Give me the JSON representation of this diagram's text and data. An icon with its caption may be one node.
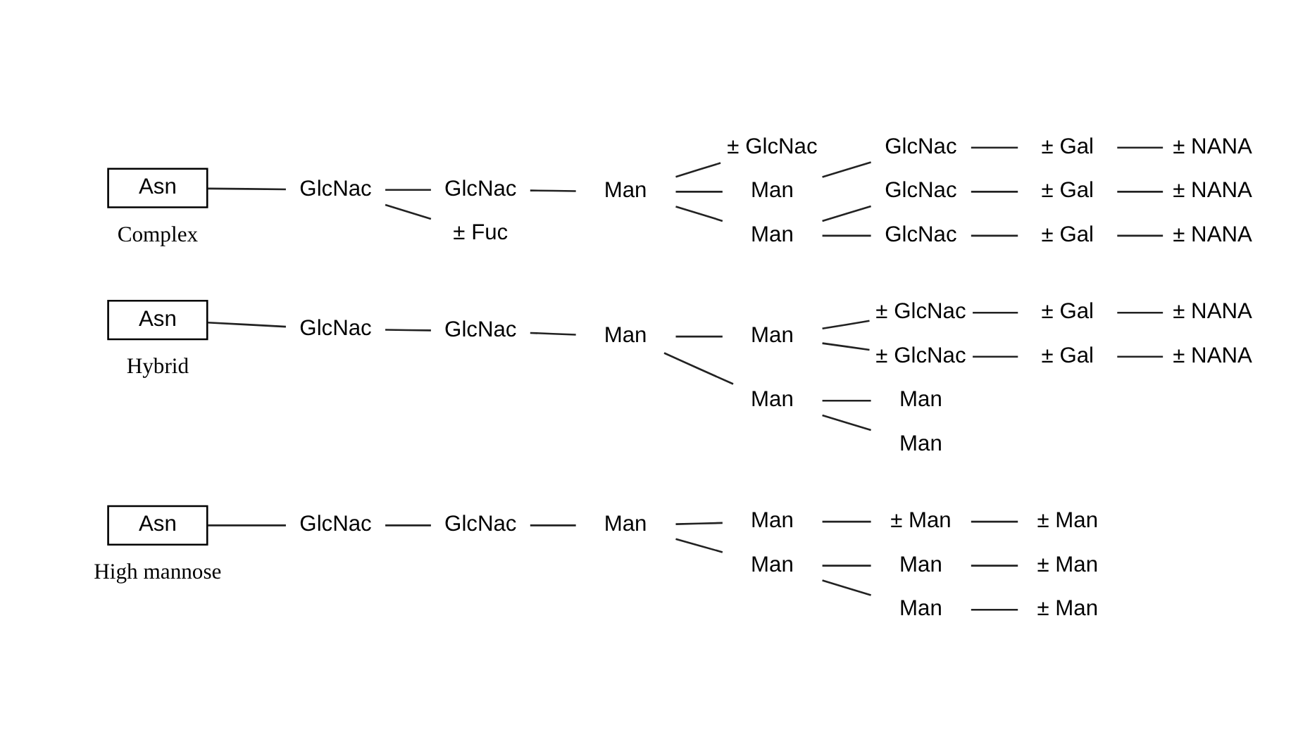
{
  "diagram": {
    "nodes": [
      {
        "text": [
          "Asn"
        ]
      },
      {
        "text": [
          "GlcNac"
        ]
      },
      {
        "text": [
          "GlcNac"
        ]
      },
      {
        "text": [
          "Man"
        ]
      },
      {
        "text": [
          "Man"
        ]
      },
      {
        "text": [
          "Man"
        ]
      },
      {
        "text": [
          "± Man"
        ]
      },
      {
        "text": [
          "Man"
        ]
      },
      {
        "text": [
          "± Man"
        ]
      },
      {
        "text": [
          "Man"
        ]
      },
      {
        "text": [
          "± Man"
        ]
      },
      {
        "text": [
          "± Man"
        ]
      },
      {
        "text": [
          "Asn"
        ]
      },
      {
        "text": [
          "GlcNac"
        ]
      },
      {
        "text": [
          "GlcNac"
        ]
      },
      {
        "text": [
          "Man"
        ]
      },
      {
        "text": [
          "Man"
        ]
      },
      {
        "text": [
          "Man"
        ]
      },
      {
        "text": [
          "Man"
        ]
      },
      {
        "text": [
          "Man"
        ]
      },
      {
        "text": [
          "± GlcNac"
        ]
      },
      {
        "text": [
          "± Gal"
        ]
      },
      {
        "text": [
          "± NANA"
        ]
      },
      {
        "text": [
          "± GlcNac"
        ]
      },
      {
        "text": [
          "± Gal"
        ]
      },
      {
        "text": [
          "± NANA"
        ]
      },
      {
        "text": [
          "Asn"
        ]
      },
      {
        "text": [
          "GlcNac"
        ]
      },
      {
        "text": [
          "± Fuc"
        ]
      },
      {
        "text": [
          "GlcNac"
        ]
      },
      {
        "text": [
          "Man"
        ]
      },
      {
        "text": [
          "Man"
        ]
      },
      {
        "text": [
          "GlcNac"
        ]
      },
      {
        "text": [
          "± Gal"
        ]
      },
      {
        "text": [
          "± NANA"
        ]
      },
      {
        "text": [
          "GlcNac"
        ]
      },
      {
        "text": [
          "± Gal"
        ]
      },
      {
        "text": [
          "± NANA"
        ]
      },
      {
        "text": [
          "Man"
        ]
      },
      {
        "text": [
          "GlcNac"
        ]
      },
      {
        "text": [
          "± Gal"
        ]
      },
      {
        "text": [
          "± NANA"
        ]
      },
      {
        "text": [
          "± GlcNac"
        ]
      }
    ],
    "edges": [
      {
        "from": 0,
        "to": 1,
        "arrow": "none"
      },
      {
        "from": 1,
        "to": 2,
        "arrow": "none"
      },
      {
        "from": 2,
        "to": 3,
        "arrow": "none"
      },
      {
        "from": 3,
        "to": 4,
        "arrow": "none"
      },
      {
        "from": 3,
        "to": 9,
        "arrow": "none"
      },
      {
        "from": 4,
        "to": 5,
        "arrow": "none"
      },
      {
        "from": 4,
        "to": 7,
        "arrow": "none"
      },
      {
        "from": 5,
        "to": 6,
        "arrow": "none"
      },
      {
        "from": 7,
        "to": 8,
        "arrow": "none"
      },
      {
        "from": 9,
        "to": 10,
        "arrow": "none"
      },
      {
        "from": 10,
        "to": 11,
        "arrow": "none"
      },
      {
        "from": 12,
        "to": 13,
        "arrow": "none"
      },
      {
        "from": 13,
        "to": 14,
        "arrow": "none"
      },
      {
        "from": 14,
        "to": 15,
        "arrow": "none"
      },
      {
        "from": 15,
        "to": 16,
        "arrow": "none"
      },
      {
        "from": 15,
        "to": 19,
        "arrow": "none"
      },
      {
        "from": 16,
        "to": 17,
        "arrow": "none"
      },
      {
        "from": 16,
        "to": 18,
        "arrow": "none"
      },
      {
        "from": 19,
        "to": 20,
        "arrow": "none"
      },
      {
        "from": 20,
        "to": 21,
        "arrow": "none"
      },
      {
        "from": 21,
        "to": 22,
        "arrow": "none"
      },
      {
        "from": 19,
        "to": 23,
        "arrow": "none"
      },
      {
        "from": 23,
        "to": 24,
        "arrow": "none"
      },
      {
        "from": 24,
        "to": 25,
        "arrow": "none"
      },
      {
        "from": 26,
        "to": 27,
        "arrow": "none"
      },
      {
        "from": 27,
        "to": 28,
        "arrow": "none"
      },
      {
        "from": 27,
        "to": 29,
        "arrow": "none"
      },
      {
        "from": 29,
        "to": 30,
        "arrow": "none"
      },
      {
        "from": 30,
        "to": 31,
        "arrow": "none"
      },
      {
        "from": 31,
        "to": 32,
        "arrow": "none"
      },
      {
        "from": 32,
        "to": 33,
        "arrow": "none"
      },
      {
        "from": 33,
        "to": 34,
        "arrow": "none"
      },
      {
        "from": 31,
        "to": 35,
        "arrow": "none"
      },
      {
        "from": 35,
        "to": 36,
        "arrow": "none"
      },
      {
        "from": 36,
        "to": 37,
        "arrow": "none"
      },
      {
        "from": 30,
        "to": 38,
        "arrow": "none"
      },
      {
        "from": 38,
        "to": 39,
        "arrow": "none"
      },
      {
        "from": 39,
        "to": 40,
        "arrow": "none"
      },
      {
        "from": 40,
        "to": 41,
        "arrow": "none"
      },
      {
        "from": 30,
        "to": 42,
        "arrow": "none"
      }
    ],
    "labels": [
      "High mannose",
      "Hybrid",
      "Complex"
    ]
  }
}
